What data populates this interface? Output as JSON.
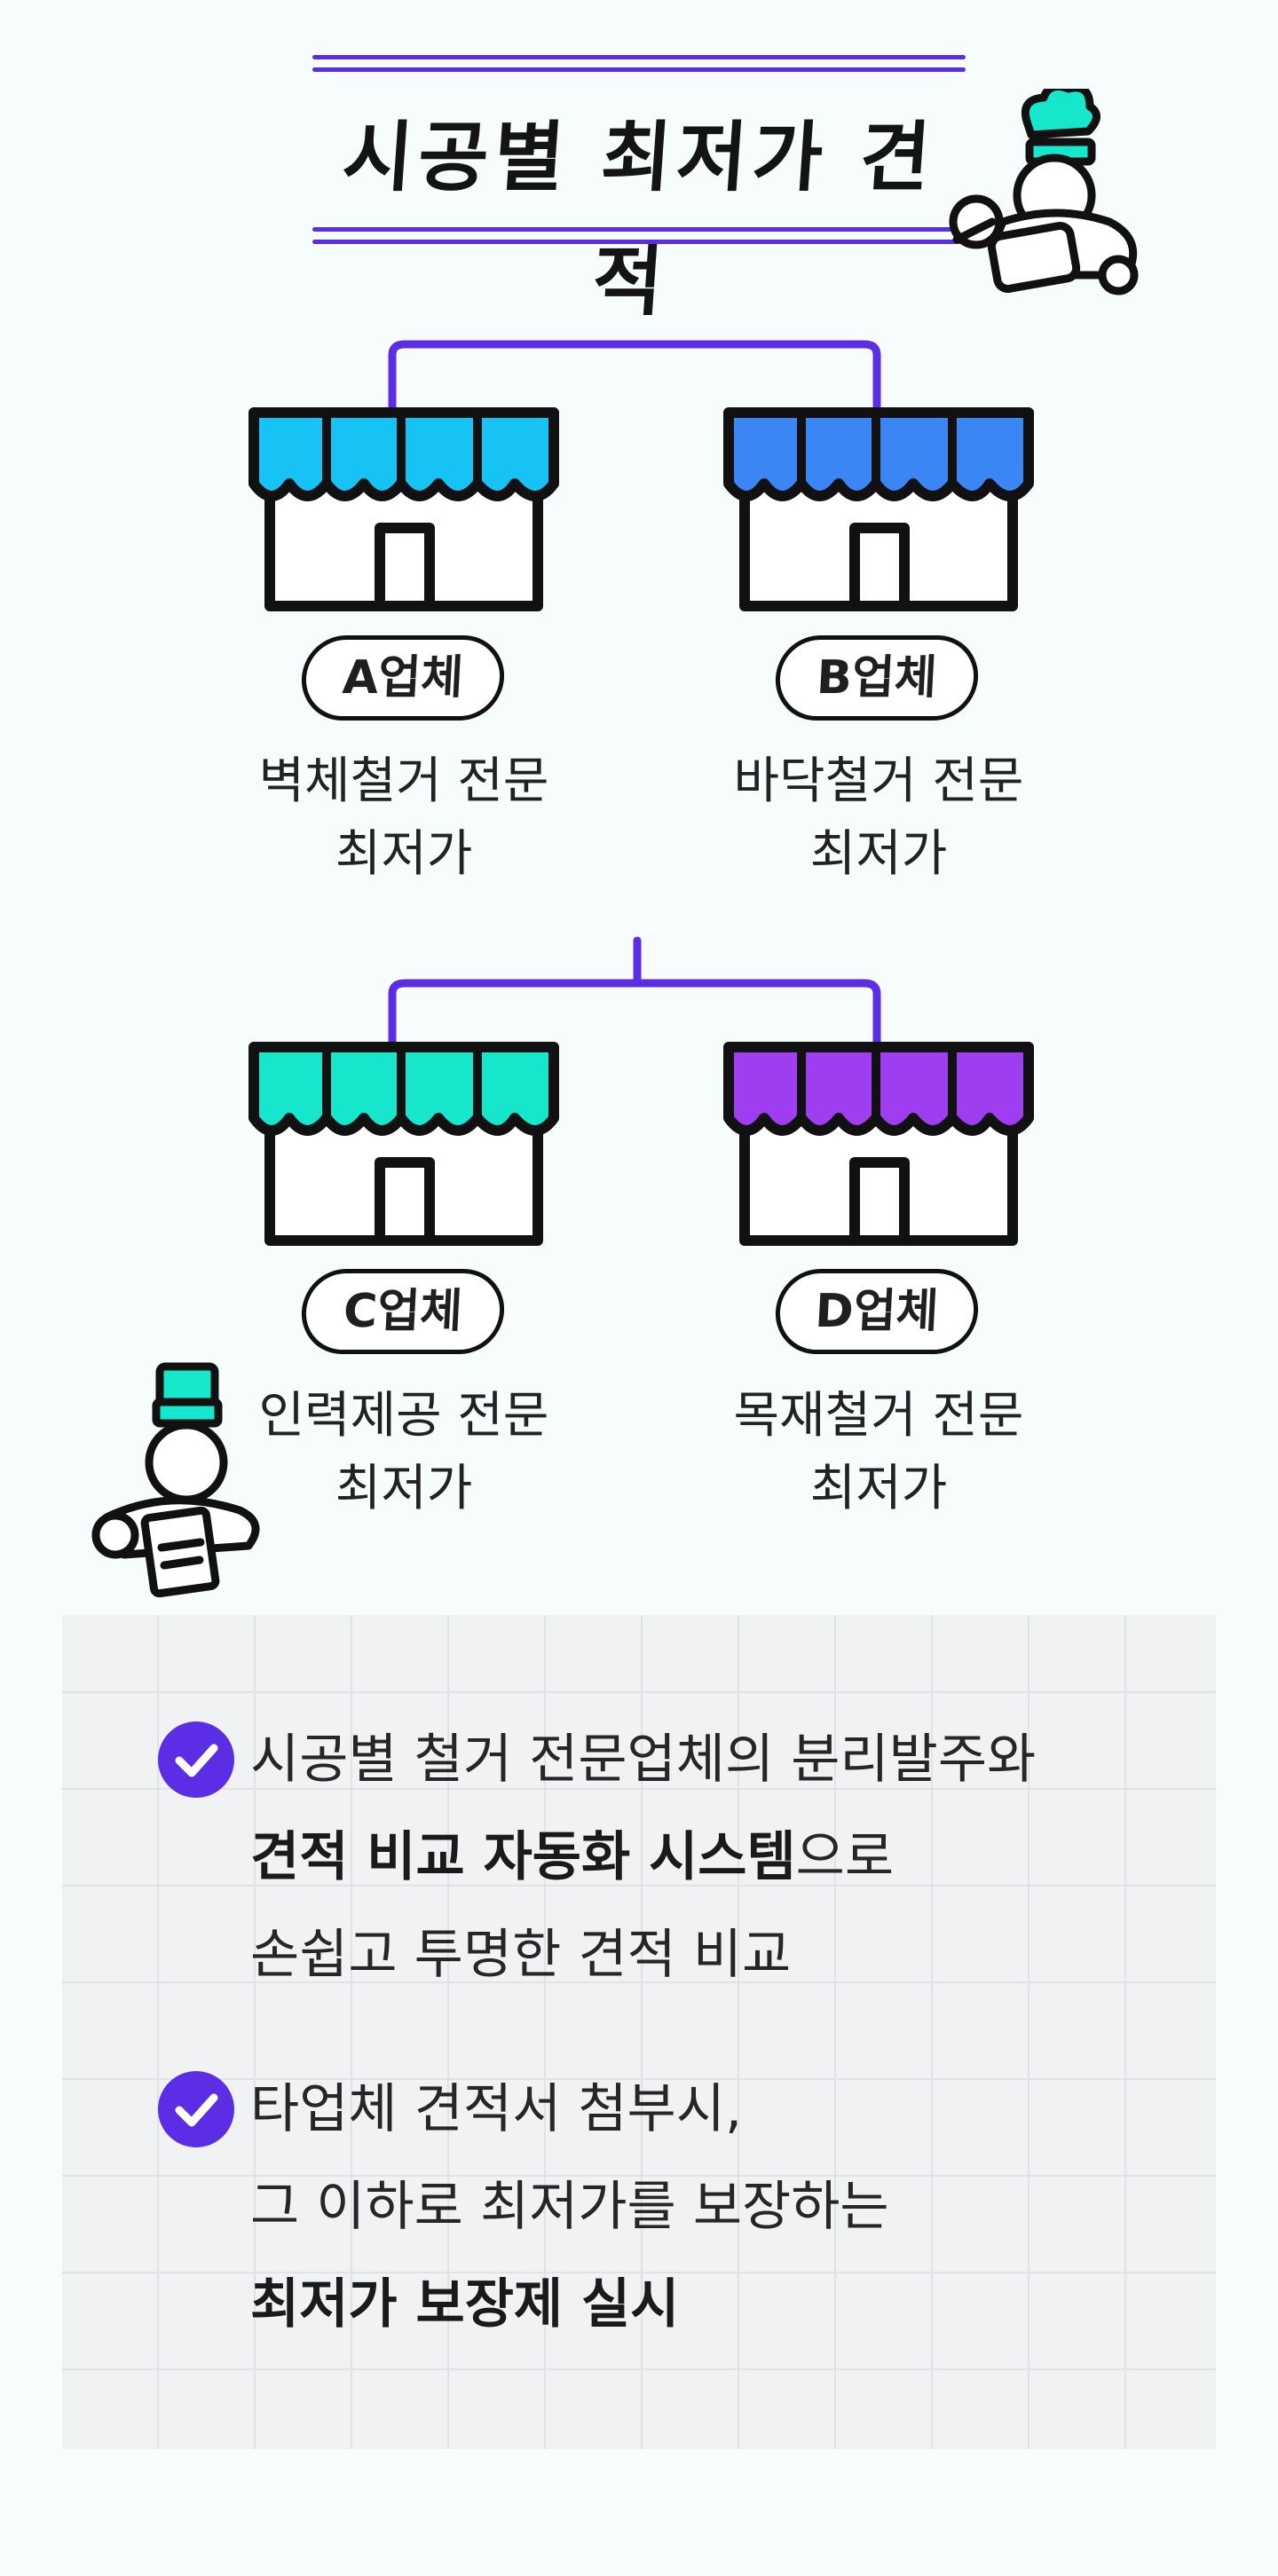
{
  "title": "시공별 최저가 견적",
  "colors": {
    "accent": "#5b2ee6",
    "shop_a": "#17c2f5",
    "shop_b": "#3b86f5",
    "shop_c": "#16e6cc",
    "shop_d": "#9f3df0",
    "outline": "#111111"
  },
  "shops": [
    {
      "badge": "A업체",
      "desc_line1": "벽체철거 전문",
      "desc_line2": "최저가"
    },
    {
      "badge": "B업체",
      "desc_line1": "바닥철거 전문",
      "desc_line2": "최저가"
    },
    {
      "badge": "C업체",
      "desc_line1": "인력제공 전문",
      "desc_line2": "최저가"
    },
    {
      "badge": "D업체",
      "desc_line1": "목재철거 전문",
      "desc_line2": "최저가"
    }
  ],
  "features": [
    {
      "line1": "시공별 철거 전문업체의 분리발주와",
      "line2_bold": "견적 비교 자동화 시스템",
      "line2_rest": "으로",
      "line3": "손쉽고 투명한 견적 비교"
    },
    {
      "line1": "타업체 견적서 첨부시,",
      "line2": "그 이하로 최저가를 보장하는",
      "line3_bold": "최저가 보장제 실시"
    }
  ],
  "icons": [
    "shop-awning-icon",
    "chef-character-icon",
    "check-circle-icon"
  ]
}
